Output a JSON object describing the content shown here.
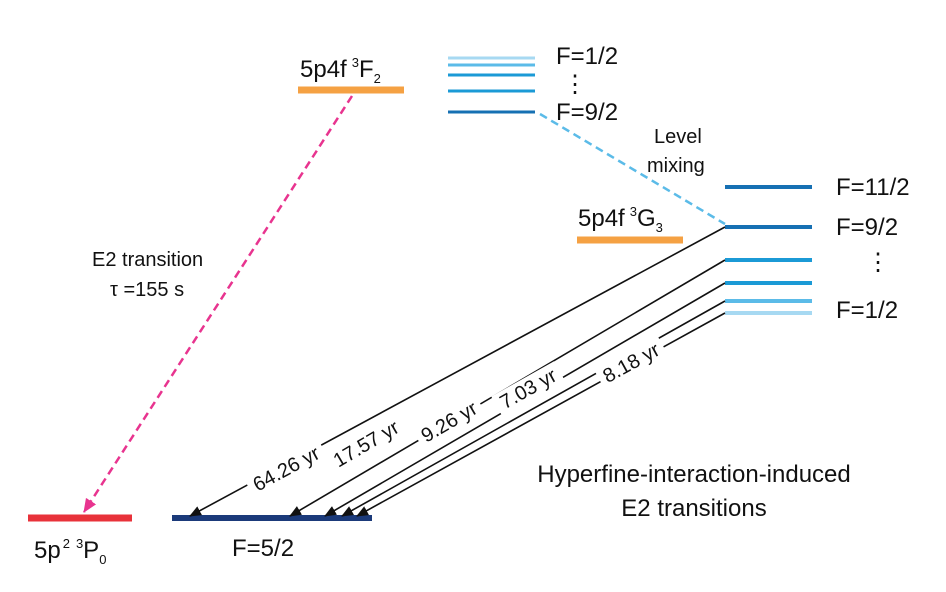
{
  "colors": {
    "orange": "#f5a143",
    "red": "#e8323a",
    "navy": "#1b3a7a",
    "blue_dark": "#1670b3",
    "blue_mid": "#1b9ad6",
    "blue_light": "#5bbbe8",
    "blue_pale": "#a7d9f2",
    "magenta": "#e8348f",
    "arrow": "#111111"
  },
  "levels": {
    "f2": {
      "config": "5p4f",
      "sup": "3",
      "term": "F",
      "sub": "2",
      "top_label": "F=1/2",
      "dots": "⋮",
      "bottom_label": "F=9/2"
    },
    "g3": {
      "config": "5p4f",
      "sup": "3",
      "term": "G",
      "sub": "3",
      "labels": [
        "F=11/2",
        "F=9/2",
        "⋮",
        "F=1/2"
      ]
    },
    "p0": {
      "config": "5p",
      "config_sup": "2",
      "sup": "3",
      "term": "P",
      "sub": "0"
    },
    "ground_f": "F=5/2"
  },
  "annotations": {
    "mixing_line1": "Level",
    "mixing_line2": "mixing",
    "e2_line1": "E2 transition",
    "e2_line2": "τ =155 s",
    "hf_line1": "Hyperfine-interaction-induced",
    "hf_line2": "E2 transitions"
  },
  "transitions": [
    "64.26 yr",
    "17.57 yr",
    "9.26 yr",
    "7.03 yr",
    "8.18 yr"
  ]
}
